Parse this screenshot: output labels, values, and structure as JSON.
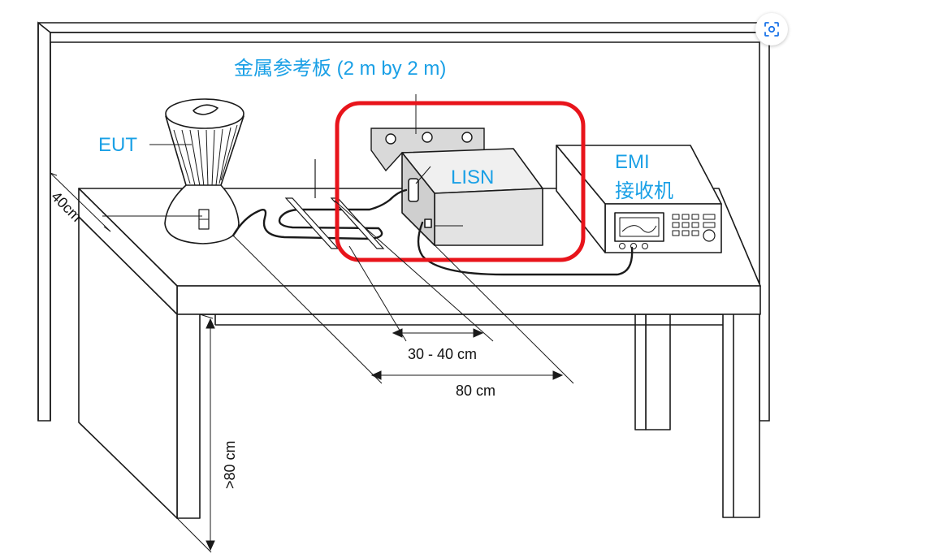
{
  "labels": {
    "reference_plate": "金属参考板 (2 m by 2 m)",
    "eut": "EUT",
    "lisn": "LISN",
    "emi_line1": "EMI",
    "emi_line2": "接收机",
    "dim_40cm": "40cm",
    "dim_30_40cm": "30 - 40 cm",
    "dim_80cm": "80 cm",
    "dim_gt80cm": ">80 cm"
  },
  "colors": {
    "label_blue": "#1aa0e6",
    "highlight_red": "#e8141b",
    "line_dark": "#1a1a1a",
    "box_fill": "#e6e6e6"
  },
  "icons": {
    "lens_button": "image-search-icon"
  }
}
